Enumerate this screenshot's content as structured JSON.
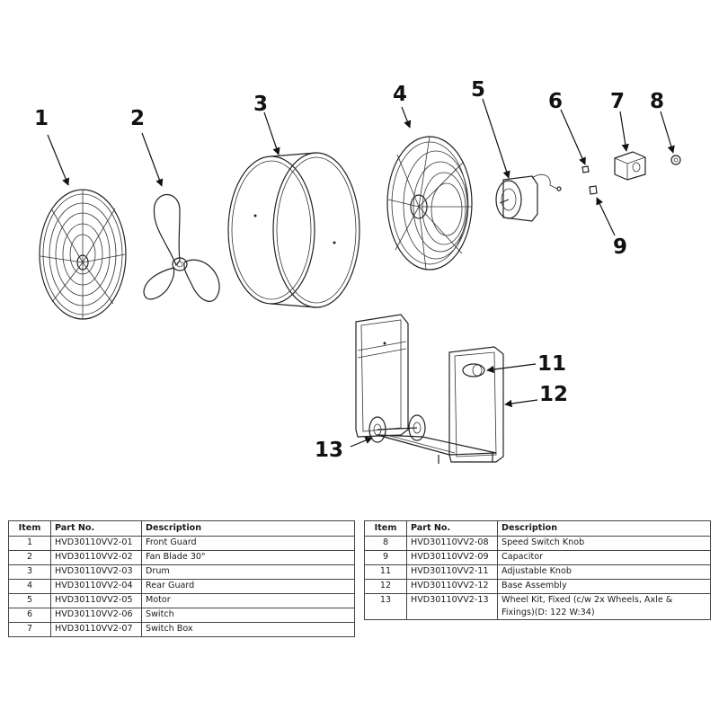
{
  "callouts": [
    "1",
    "2",
    "3",
    "4",
    "5",
    "6",
    "7",
    "8",
    "9",
    "11",
    "12",
    "13"
  ],
  "table_headers": {
    "item": "Item",
    "part_no": "Part No.",
    "description": "Description"
  },
  "parts_left": [
    {
      "item": "1",
      "part_no": "HVD30110VV2-01",
      "description": "Front Guard"
    },
    {
      "item": "2",
      "part_no": "HVD30110VV2-02",
      "description": "Fan Blade 30\""
    },
    {
      "item": "3",
      "part_no": "HVD30110VV2-03",
      "description": "Drum"
    },
    {
      "item": "4",
      "part_no": "HVD30110VV2-04",
      "description": "Rear Guard"
    },
    {
      "item": "5",
      "part_no": "HVD30110VV2-05",
      "description": "Motor"
    },
    {
      "item": "6",
      "part_no": "HVD30110VV2-06",
      "description": "Switch"
    },
    {
      "item": "7",
      "part_no": "HVD30110VV2-07",
      "description": "Switch Box"
    }
  ],
  "parts_right": [
    {
      "item": "8",
      "part_no": "HVD30110VV2-08",
      "description": "Speed Switch Knob"
    },
    {
      "item": "9",
      "part_no": "HVD30110VV2-09",
      "description": "Capacitor"
    },
    {
      "item": "11",
      "part_no": "HVD30110VV2-11",
      "description": "Adjustable Knob"
    },
    {
      "item": "12",
      "part_no": "HVD30110VV2-12",
      "description": "Base Assembly"
    },
    {
      "item": "13",
      "part_no": "HVD30110VV2-13",
      "description": "Wheel Kit, Fixed (c/w 2x Wheels, Axle & Fixings)(D: 122 W:34)"
    }
  ]
}
